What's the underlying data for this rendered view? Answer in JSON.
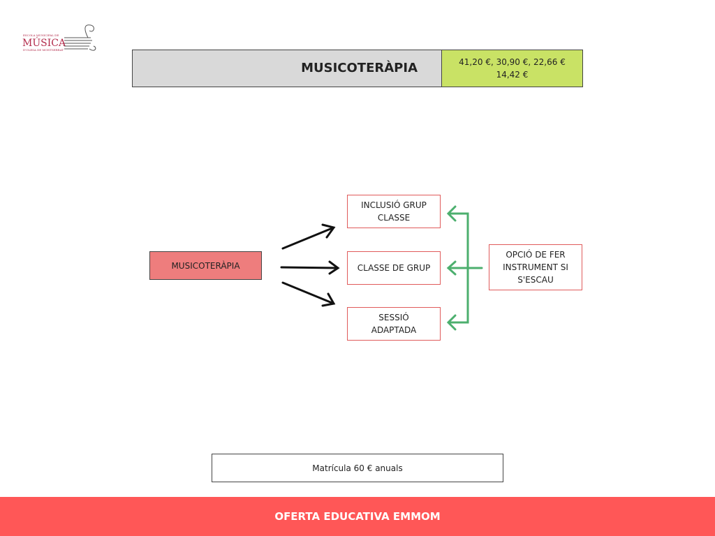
{
  "logo": {
    "line1": "ESCOLA MUNICIPAL DE",
    "line2": "MÚSICA",
    "line3": "D'OLESA DE MONTSERRAT"
  },
  "header": {
    "title": "MUSICOTERÀPIA",
    "price_line1": "41,20 €, 30,90 €, 22,66 €",
    "price_line2": "14,42 €"
  },
  "diagram": {
    "source": "MUSICOTERÀPIA",
    "targets": [
      "INCLUSIÓ GRUP CLASSE",
      "CLASSE DE GRUP",
      "SESSIÓ ADAPTADA"
    ],
    "option": "OPCIÓ DE FER INSTRUMENT SI S'ESCAU"
  },
  "enrollment": "Matrícula 60 € anuals",
  "footer": "OFERTA EDUCATIVA EMMOM",
  "colors": {
    "accent": "#ff5757",
    "green": "#c9e265",
    "source": "#ee7d7d",
    "arrow_green": "#4caf6e"
  }
}
